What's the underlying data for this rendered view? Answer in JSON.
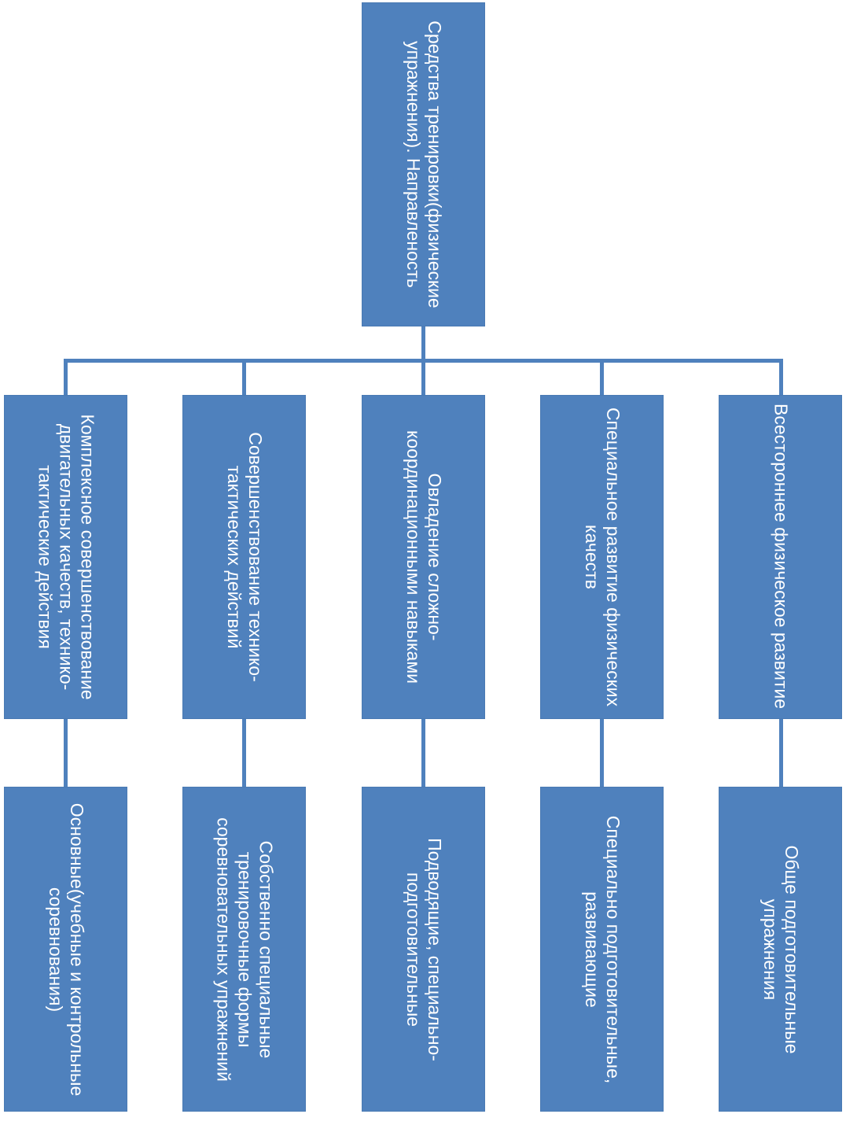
{
  "root": {
    "label": "Средства тренировки(физические упражнения). Направленость"
  },
  "directions": [
    {
      "label": "Комплексное совершенствование двигательных качеств, технико-тактические действия"
    },
    {
      "label": "Совершенствование технико-тактических действий"
    },
    {
      "label": "Овладение сложно-координационными навыками"
    },
    {
      "label": "Специальное развитие физических качеств"
    },
    {
      "label": "Всестороннее  физическое развитие"
    }
  ],
  "exercises": [
    {
      "label": "Основные(учебные и контрольные соревнования)"
    },
    {
      "label": "Собственно специальные тренировочные формы соревновательных упражнений"
    },
    {
      "label": "Подводящие, специально-подготовительные"
    },
    {
      "label": "Специально подготовительные, развивающие"
    },
    {
      "label": "Обще подготовительные упражнения"
    }
  ],
  "colors": {
    "box_fill": "#4f81bd",
    "connector": "#4f81bd",
    "text": "#ffffff"
  }
}
